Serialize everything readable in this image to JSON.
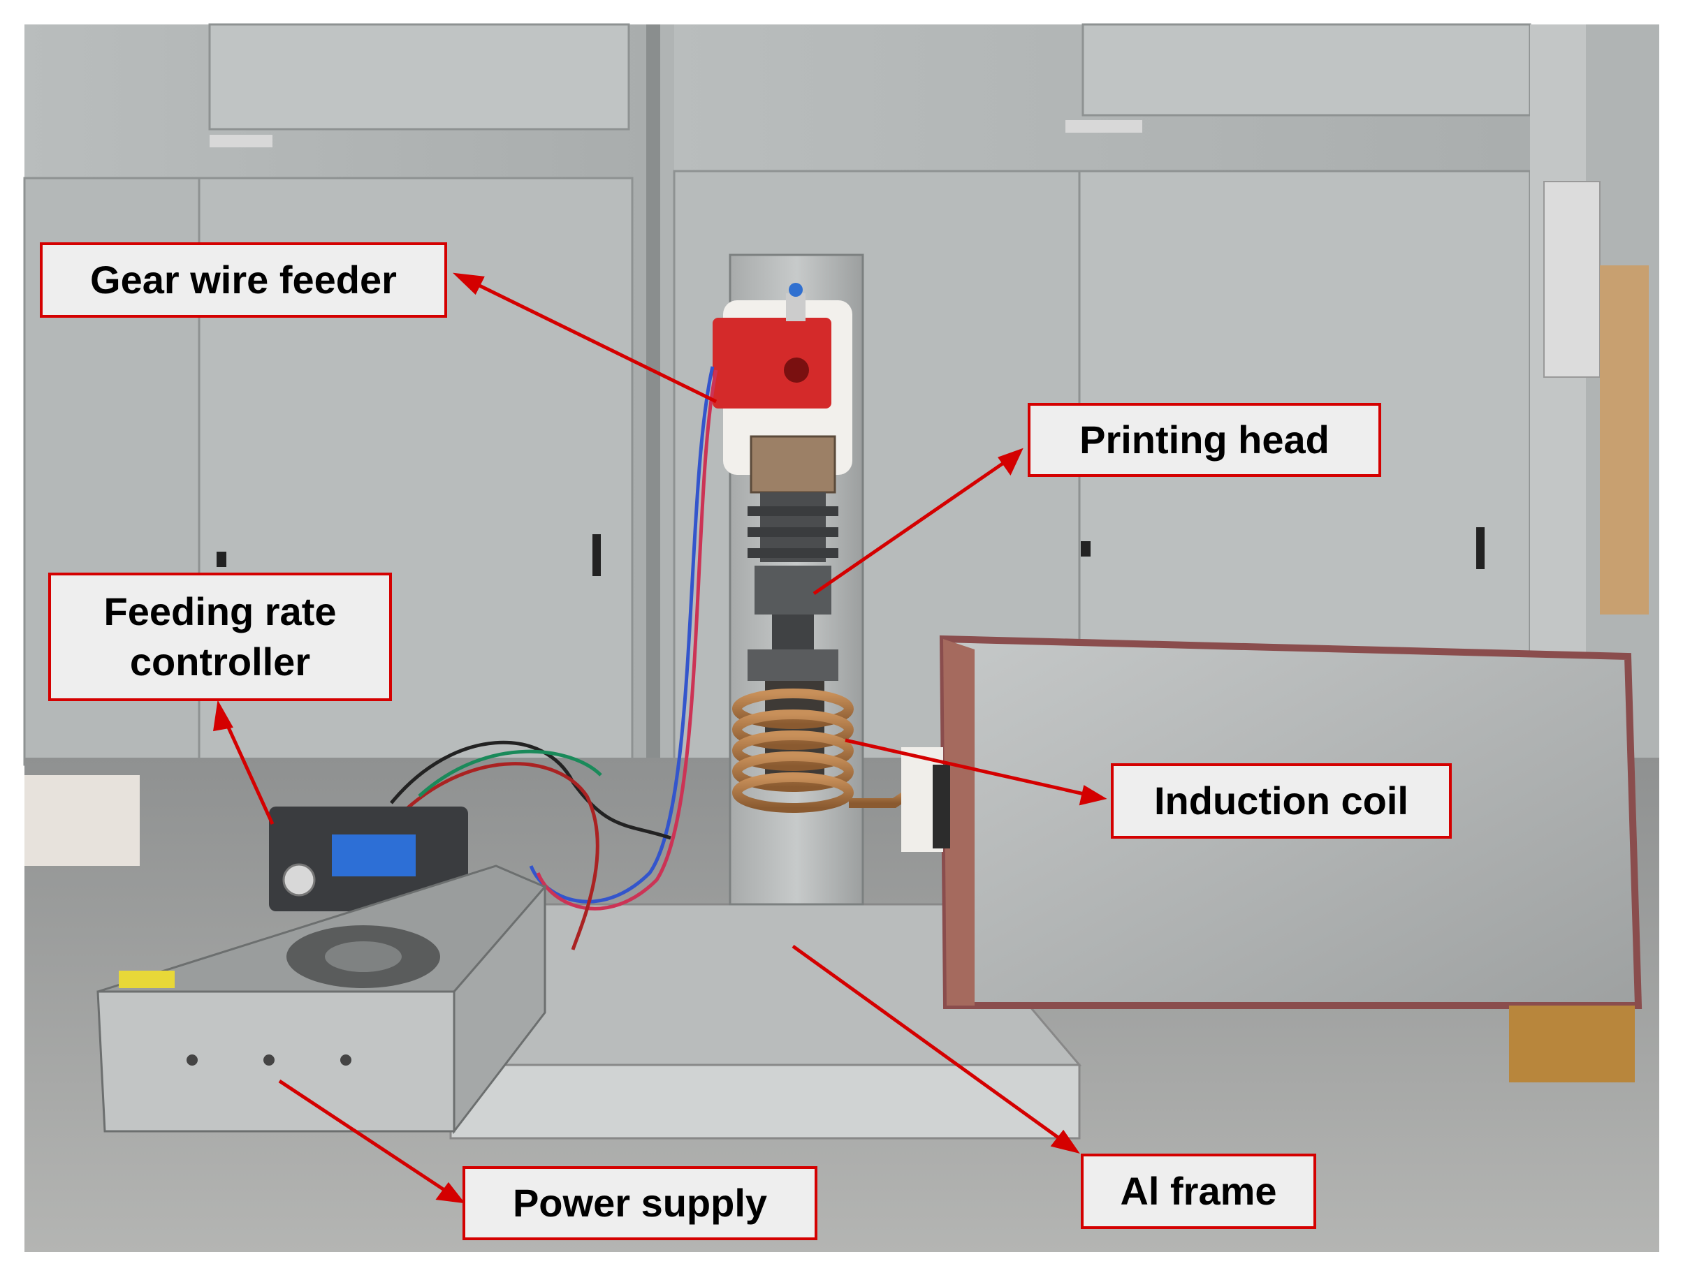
{
  "labels": {
    "gear_wire_feeder": "Gear wire feeder",
    "printing_head": "Printing head",
    "feeding_rate_controller": "Feeding rate\ncontroller",
    "induction_coil": "Induction coil",
    "power_supply": "Power supply",
    "al_frame": "Al frame"
  },
  "colors": {
    "annotation_red": "#d40000",
    "label_background": "#eeeeee"
  }
}
